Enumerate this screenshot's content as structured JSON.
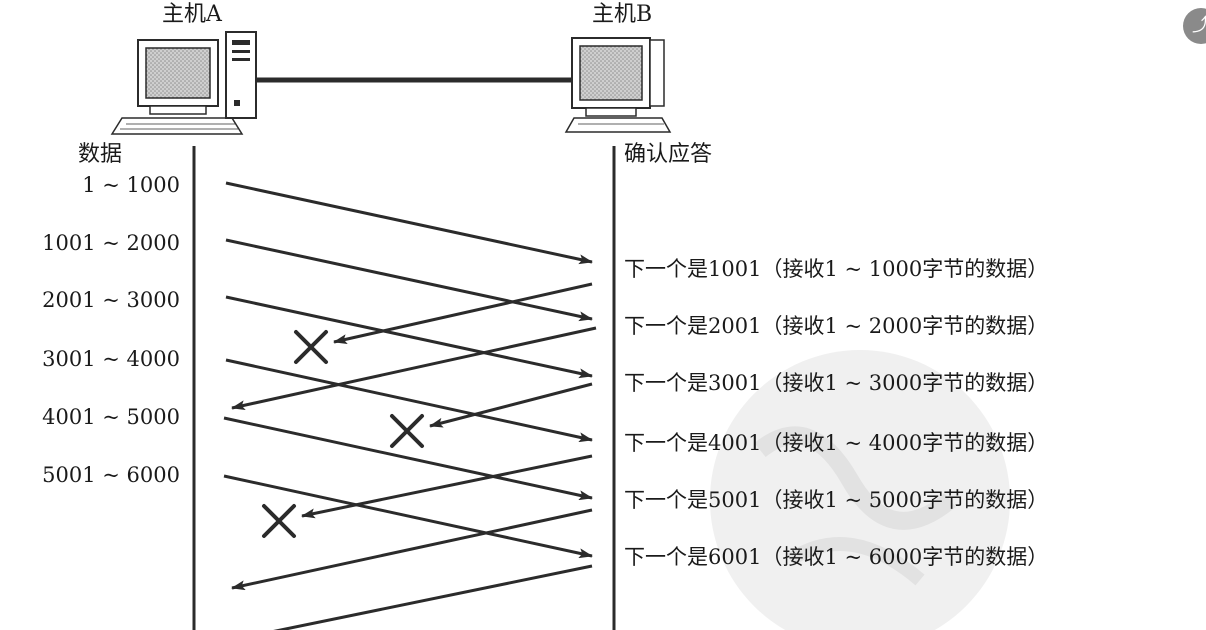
{
  "hosts": {
    "a_label": "主机A",
    "b_label": "主机B"
  },
  "columns": {
    "left_heading": "数据",
    "right_heading": "确认应答"
  },
  "segments": [
    "1 ~ 1000",
    "1001 ~ 2000",
    "2001 ~ 3000",
    "3001 ~ 4000",
    "4001 ~ 5000",
    "5001 ~ 6000"
  ],
  "acks": [
    "下一个是1001（接收1 ~ 1000字节的数据）",
    "下一个是2001（接收1 ~ 2000字节的数据）",
    "下一个是3001（接收1 ~ 3000字节的数据）",
    "下一个是4001（接收1 ~ 4000字节的数据）",
    "下一个是5001（接收1 ~ 5000字节的数据）",
    "下一个是6001（接收1 ~ 6000字节的数据）"
  ],
  "colors": {
    "line": "#2b2b2b",
    "screen": "#b8b8b8",
    "corner_button": "#8a8a8a"
  },
  "icons": {
    "corner": "share-icon",
    "loss_mark": "cross-mark-icon"
  }
}
